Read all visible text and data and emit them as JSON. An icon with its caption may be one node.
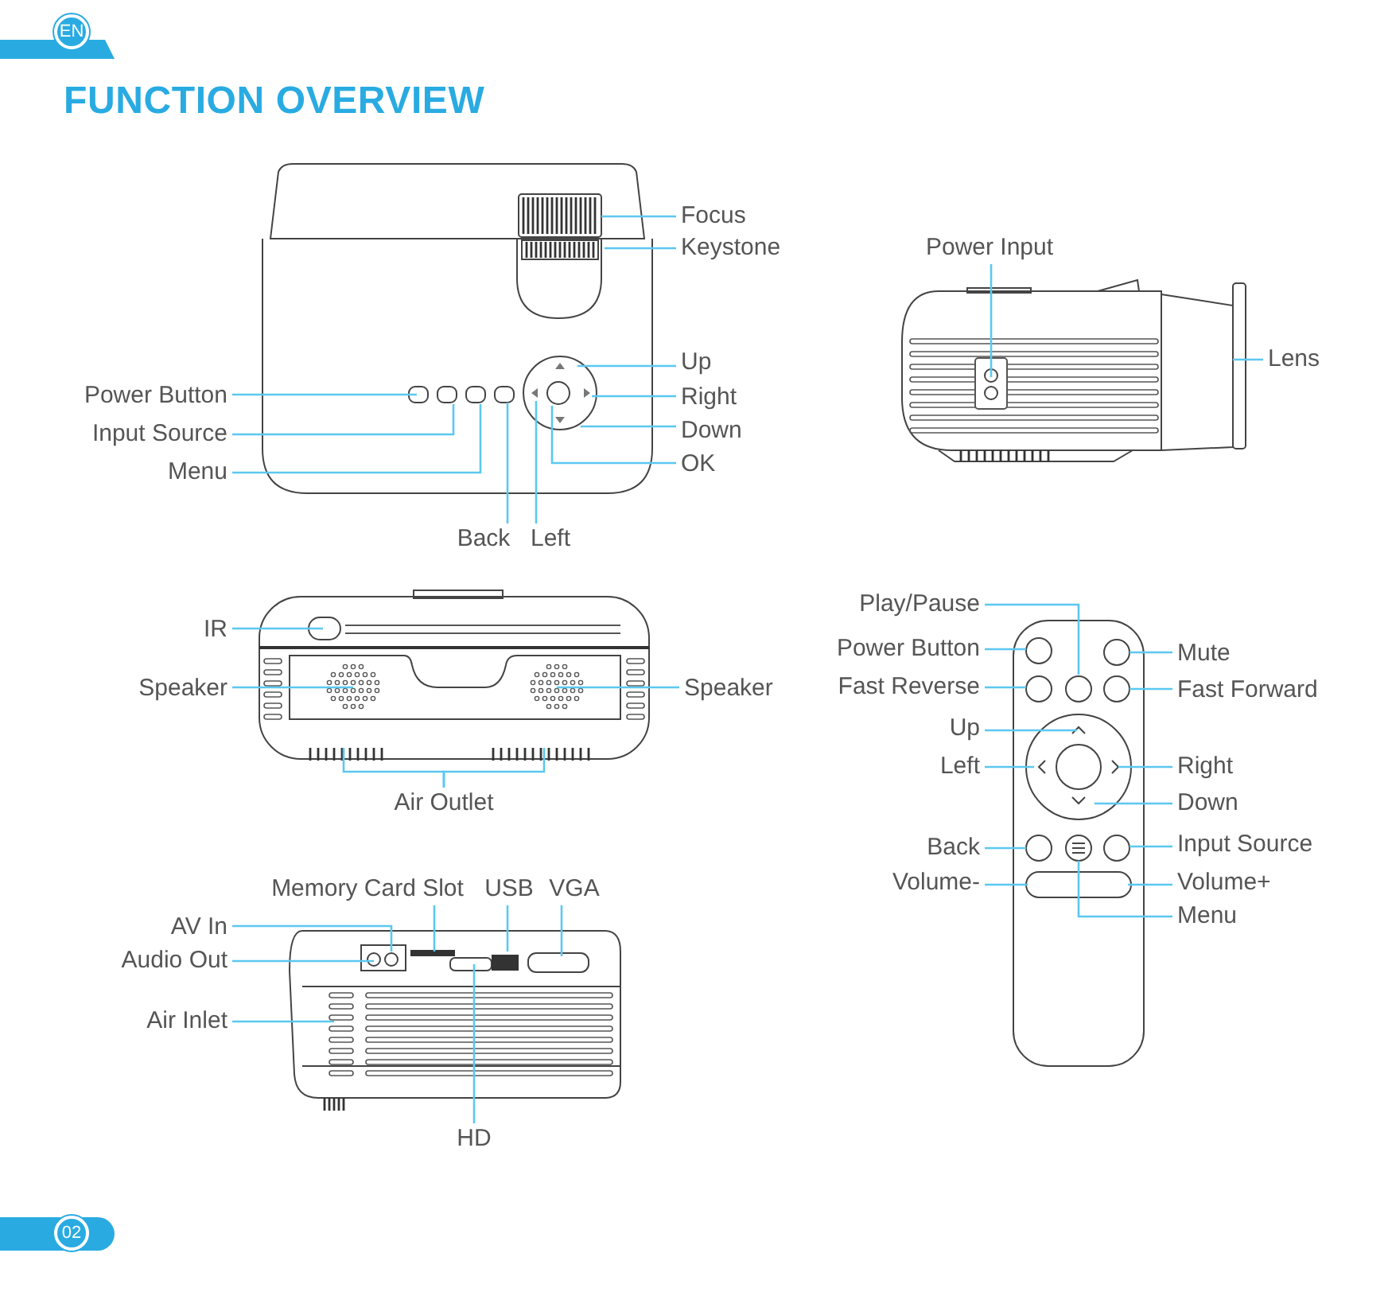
{
  "diagram": {
    "title": "FUNCTION OVERVIEW",
    "nodes": [
      {
        "text": [
          "Focus"
        ]
      },
      {
        "text": [
          "Keystone"
        ]
      },
      {
        "text": [
          "Power Input"
        ]
      },
      {
        "text": [
          "Up"
        ]
      },
      {
        "text": [
          "Power Button"
        ]
      },
      {
        "text": [
          "Right"
        ]
      },
      {
        "text": [
          "Lens"
        ]
      },
      {
        "text": [
          "Input Source"
        ]
      },
      {
        "text": [
          "Down"
        ]
      },
      {
        "text": [
          "Menu"
        ]
      },
      {
        "text": [
          "OK"
        ]
      },
      {
        "text": [
          "Back"
        ]
      },
      {
        "text": [
          "Left"
        ]
      },
      {
        "text": [
          "IR"
        ]
      },
      {
        "text": [
          "Play/Pause"
        ]
      },
      {
        "text": [
          "Power Button"
        ]
      },
      {
        "text": [
          "Mute"
        ]
      },
      {
        "text": [
          "Speaker"
        ]
      },
      {
        "text": [
          "Speaker"
        ]
      },
      {
        "text": [
          "Fast Reverse"
        ]
      },
      {
        "text": [
          "Fast Forward"
        ]
      },
      {
        "text": [
          "Up"
        ]
      },
      {
        "text": [
          "Right"
        ]
      },
      {
        "text": [
          "Left"
        ]
      },
      {
        "text": [
          "Air Outlet"
        ]
      },
      {
        "text": [
          "Down"
        ]
      },
      {
        "text": [
          "Back"
        ]
      },
      {
        "text": [
          "Input Source"
        ]
      },
      {
        "text": [
          "Volume-"
        ]
      },
      {
        "text": [
          "Volume+"
        ]
      },
      {
        "text": [
          "Menu"
        ]
      },
      {
        "text": [
          "Memory Card Slot"
        ]
      },
      {
        "text": [
          "USB"
        ]
      },
      {
        "text": [
          "VGA"
        ]
      },
      {
        "text": [
          "AV In"
        ]
      },
      {
        "text": [
          "Audio Out"
        ]
      },
      {
        "text": [
          "Air Inlet"
        ]
      },
      {
        "text": [
          "HD"
        ]
      }
    ],
    "edges": [
      {
        "from": 0,
        "to": null,
        "arrow": "none"
      },
      {
        "from": 1,
        "to": null,
        "arrow": "none"
      },
      {
        "from": 2,
        "to": null,
        "arrow": "none"
      },
      {
        "from": 3,
        "to": null,
        "arrow": "none"
      },
      {
        "from": 4,
        "to": null,
        "arrow": "none"
      },
      {
        "from": 5,
        "to": null,
        "arrow": "none"
      },
      {
        "from": 6,
        "to": null,
        "arrow": "none"
      },
      {
        "from": 7,
        "to": null,
        "arrow": "none"
      },
      {
        "from": 8,
        "to": null,
        "arrow": "none"
      },
      {
        "from": 9,
        "to": null,
        "arrow": "none"
      },
      {
        "from": 10,
        "to": null,
        "arrow": "none"
      },
      {
        "from": 11,
        "to": null,
        "arrow": "none"
      },
      {
        "from": 12,
        "to": null,
        "arrow": "none"
      },
      {
        "from": 13,
        "to": null,
        "arrow": "none"
      },
      {
        "from": 14,
        "to": null,
        "arrow": "none"
      },
      {
        "from": 15,
        "to": null,
        "arrow": "none"
      },
      {
        "from": 16,
        "to": null,
        "arrow": "none"
      },
      {
        "from": 17,
        "to": null,
        "arrow": "none"
      },
      {
        "from": 18,
        "to": null,
        "arrow": "none"
      },
      {
        "from": 19,
        "to": null,
        "arrow": "none"
      },
      {
        "from": 20,
        "to": null,
        "arrow": "none"
      },
      {
        "from": 21,
        "to": null,
        "arrow": "none"
      },
      {
        "from": 22,
        "to": null,
        "arrow": "none"
      },
      {
        "from": 23,
        "to": null,
        "arrow": "none"
      },
      {
        "from": 24,
        "to": null,
        "arrow": "none"
      },
      {
        "from": 24,
        "to": null,
        "arrow": "none"
      },
      {
        "from": 25,
        "to": null,
        "arrow": "none"
      },
      {
        "from": 26,
        "to": null,
        "arrow": "none"
      },
      {
        "from": 27,
        "to": null,
        "arrow": "none"
      },
      {
        "from": 28,
        "to": null,
        "arrow": "none"
      },
      {
        "from": 29,
        "to": null,
        "arrow": "none"
      },
      {
        "from": 30,
        "to": null,
        "arrow": "none"
      },
      {
        "from": 31,
        "to": null,
        "arrow": "none"
      },
      {
        "from": 32,
        "to": null,
        "arrow": "none"
      },
      {
        "from": 33,
        "to": null,
        "arrow": "none"
      },
      {
        "from": 34,
        "to": null,
        "arrow": "none"
      },
      {
        "from": 35,
        "to": null,
        "arrow": "none"
      },
      {
        "from": 36,
        "to": null,
        "arrow": "none"
      },
      {
        "from": 37,
        "to": null,
        "arrow": "none"
      }
    ],
    "labels": [
      "EN",
      "02"
    ]
  }
}
